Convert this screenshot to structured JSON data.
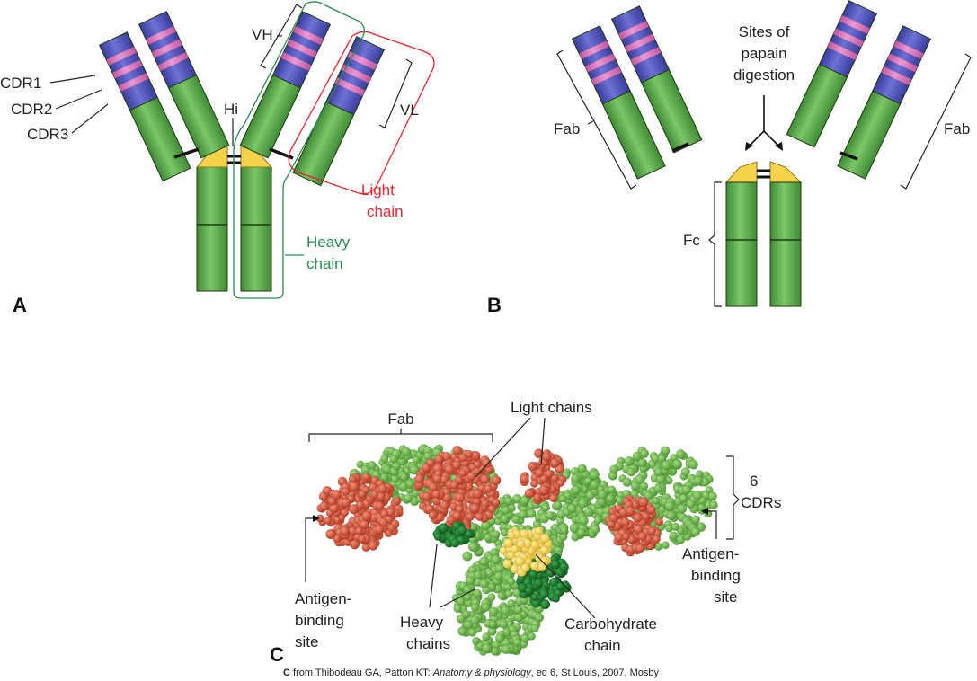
{
  "panel_a": {
    "letter": "A",
    "cdr1": "CDR1",
    "cdr2": "CDR2",
    "cdr3": "CDR3",
    "hinge": "Hi",
    "vh": "VH",
    "vl": "VL",
    "light_chain": [
      "Light",
      "chain"
    ],
    "heavy_chain": [
      "Heavy",
      "chain"
    ]
  },
  "panel_b": {
    "letter": "B",
    "papain": [
      "Sites of",
      "papain",
      "digestion"
    ],
    "fab_left": "Fab",
    "fab_right": "Fab",
    "fc": "Fc"
  },
  "panel_c": {
    "letter": "C",
    "fab": "Fab",
    "light_chains": "Light chains",
    "cdrs": [
      "6",
      "CDRs"
    ],
    "antigen_site_right": [
      "Antigen-",
      "binding",
      "site"
    ],
    "antigen_site_left": [
      "Antigen-",
      "binding",
      "site"
    ],
    "heavy_chains": [
      "Heavy",
      "chains"
    ],
    "carbohydrate": [
      "Carbohydrate",
      "chain"
    ]
  },
  "caption": {
    "lead": "C",
    "prefix": " from Thibodeau GA, Patton KT: ",
    "title": "Anatomy & physiology",
    "suffix": ", ed 6, St Louis, 2007, Mosby"
  },
  "colors": {
    "variable": "#4b4fb3",
    "cdr_band": "#d874b8",
    "constant": "#5aa548",
    "hinge": "#f4d24a",
    "light_outline": "#e8262e",
    "heavy_outline": "#2b8a4c",
    "atom_green": "#6cb347",
    "atom_dark_green": "#1d7a2e",
    "atom_red": "#d9543a",
    "atom_yellow": "#f8dc5c"
  }
}
